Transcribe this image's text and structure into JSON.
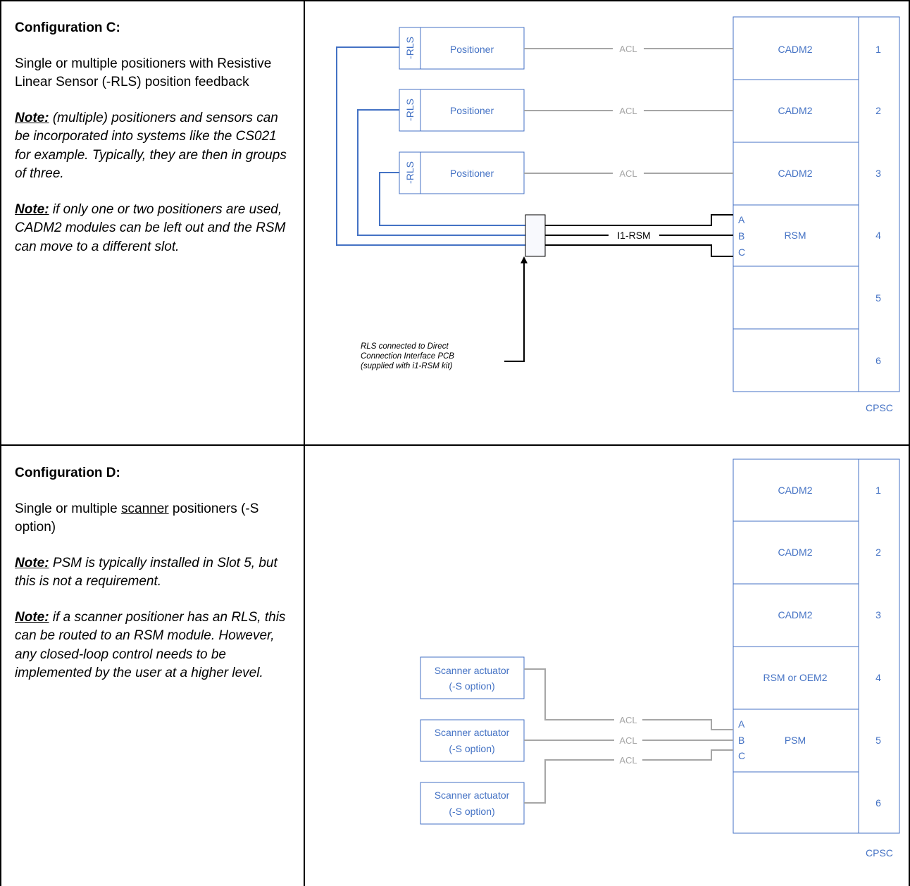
{
  "config_c": {
    "heading": "Configuration C:",
    "description": "Single or multiple positioners with Resistive Linear Sensor (-RLS) position feedback",
    "note1_label": "Note:",
    "note1_text": " (multiple) positioners and sensors can be incorporated into systems like the CS021 for example. Typically, they are then in groups of three.",
    "note2_label": "Note:",
    "note2_text": " if only one or two positioners are used, CADM2 modules can be left out and the RSM can move to a different slot.",
    "diagram": {
      "positioners": [
        {
          "tag": "-RLS",
          "label": "Positioner"
        },
        {
          "tag": "-RLS",
          "label": "Positioner"
        },
        {
          "tag": "-RLS",
          "label": "Positioner"
        }
      ],
      "acl_label": "ACL",
      "modules": [
        "CADM2",
        "CADM2",
        "CADM2",
        "RSM",
        "",
        ""
      ],
      "slots": [
        "1",
        "2",
        "3",
        "4",
        "5",
        "6"
      ],
      "channels": [
        "A",
        "B",
        "C"
      ],
      "cable_label": "I1-RSM",
      "rack_label": "CPSC",
      "annotation": [
        "RLS connected to Direct",
        "Connection Interface PCB",
        "(supplied with i1-RSM kit)"
      ]
    }
  },
  "config_d": {
    "heading": "Configuration D:",
    "description_pre": "Single or multiple ",
    "description_u": "scanner",
    "description_post": " positioners (-S option)",
    "note1_label": "Note:",
    "note1_text": " PSM is typically installed in Slot 5, but this is not a requirement.",
    "note2_label": "Note:",
    "note2_text": " if a scanner positioner has an RLS, this can be routed to an RSM module. However, any closed-loop control needs to be implemented by the user at a higher level.",
    "diagram": {
      "actuators": [
        {
          "line1": "Scanner actuator",
          "line2": "(-S option)"
        },
        {
          "line1": "Scanner actuator",
          "line2": "(-S option)"
        },
        {
          "line1": "Scanner actuator",
          "line2": "(-S option)"
        }
      ],
      "acl_label": "ACL",
      "modules": [
        "CADM2",
        "CADM2",
        "CADM2",
        "RSM or OEM2",
        "PSM",
        ""
      ],
      "slots": [
        "1",
        "2",
        "3",
        "4",
        "5",
        "6"
      ],
      "channels": [
        "A",
        "B",
        "C"
      ],
      "rack_label": "CPSC"
    }
  }
}
